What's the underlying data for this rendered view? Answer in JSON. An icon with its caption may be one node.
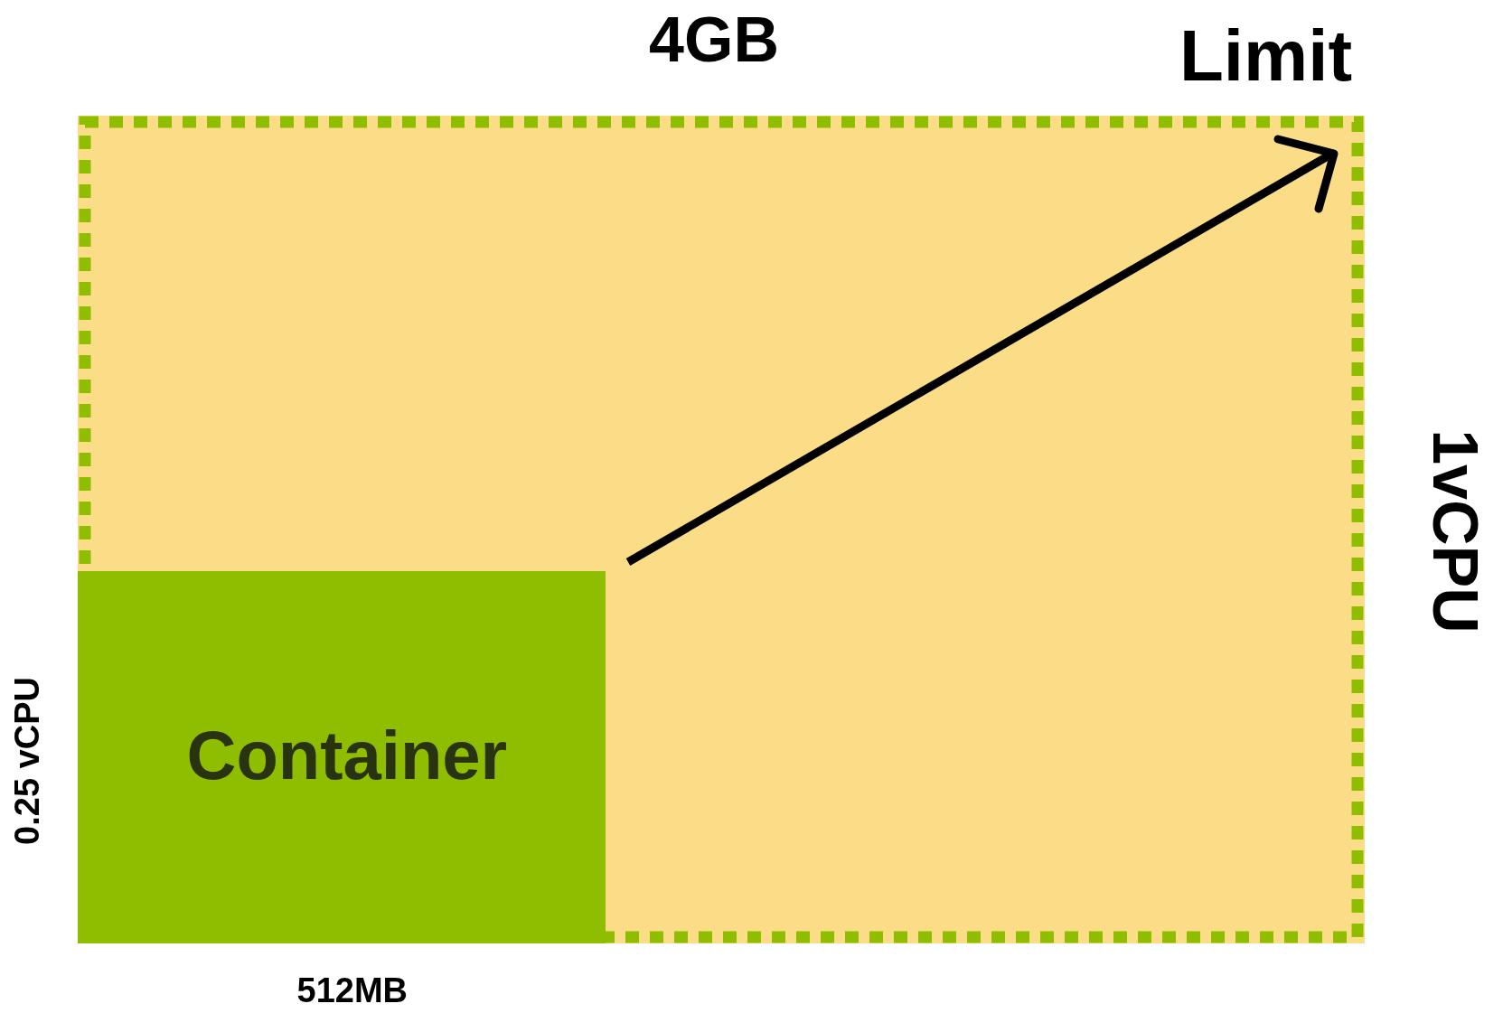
{
  "diagram": {
    "nodes": [
      {
        "text": [
          "Limit"
        ],
        "beside": [
          "4GB",
          "1vCPU"
        ]
      },
      {
        "text": [
          "Container"
        ],
        "in": 0,
        "beside": [
          "0.25 vCPU",
          "512MB"
        ]
      }
    ]
  }
}
